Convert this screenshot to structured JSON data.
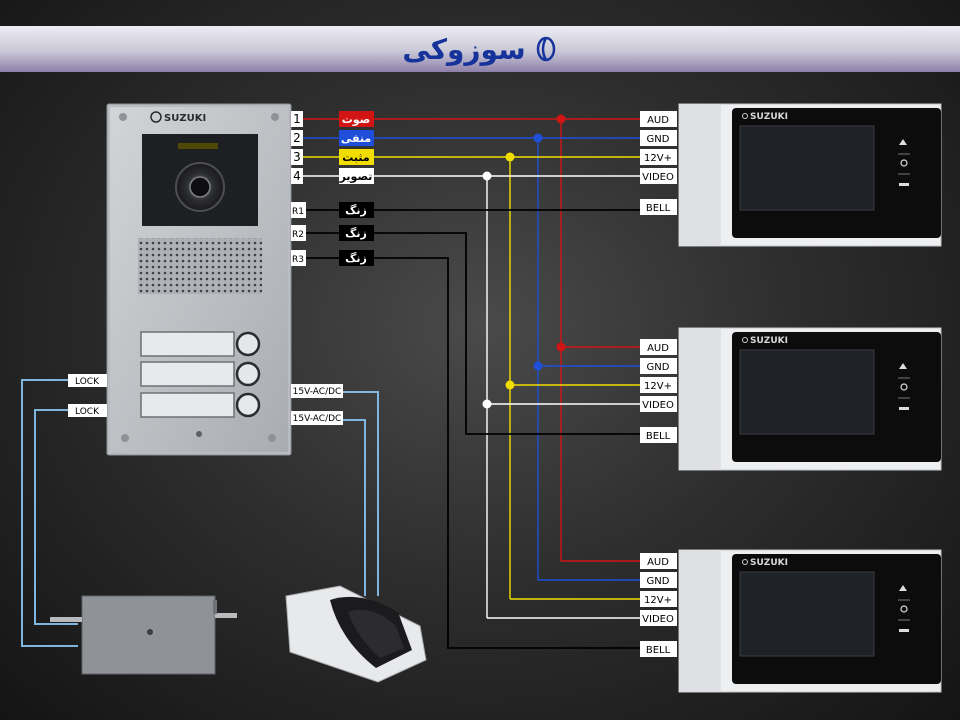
{
  "header": {
    "brand_name": "سوزوکی",
    "colors": {
      "brand": "#15339a"
    }
  },
  "door_panel": {
    "brand": "SUZUKI",
    "name_buttons": 3,
    "terminals": [
      {
        "id": "1",
        "label": "صوت",
        "color": "#d11515",
        "text_color": "#ffffff"
      },
      {
        "id": "2",
        "label": "منفی",
        "color": "#1f4fd8",
        "text_color": "#ffffff"
      },
      {
        "id": "3",
        "label": "مثبت",
        "color": "#f2dd00",
        "text_color": "#000000"
      },
      {
        "id": "4",
        "label": "تصویر",
        "color": "#ffffff",
        "text_color": "#000000"
      },
      {
        "id": "R1",
        "label": "زنگ",
        "color": "#000000",
        "text_color": "#ffffff"
      },
      {
        "id": "R2",
        "label": "زنگ",
        "color": "#000000",
        "text_color": "#ffffff"
      },
      {
        "id": "R3",
        "label": "زنگ",
        "color": "#000000",
        "text_color": "#ffffff"
      }
    ],
    "lock_labels": [
      "LOCK",
      "LOCK"
    ],
    "power_labels": [
      "15V-AC/DC",
      "15V-AC/DC"
    ]
  },
  "monitor": {
    "brand": "SUZUKI",
    "count": 3,
    "terminals": [
      "AUD",
      "GND",
      "12V+",
      "VIDEO",
      "BELL"
    ]
  },
  "wire_colors": {
    "audio": "#d11515",
    "ground": "#1f4fd8",
    "positive": "#f2dd00",
    "video": "#ffffff",
    "bell": "#000000",
    "lock": "#7fb6df"
  }
}
